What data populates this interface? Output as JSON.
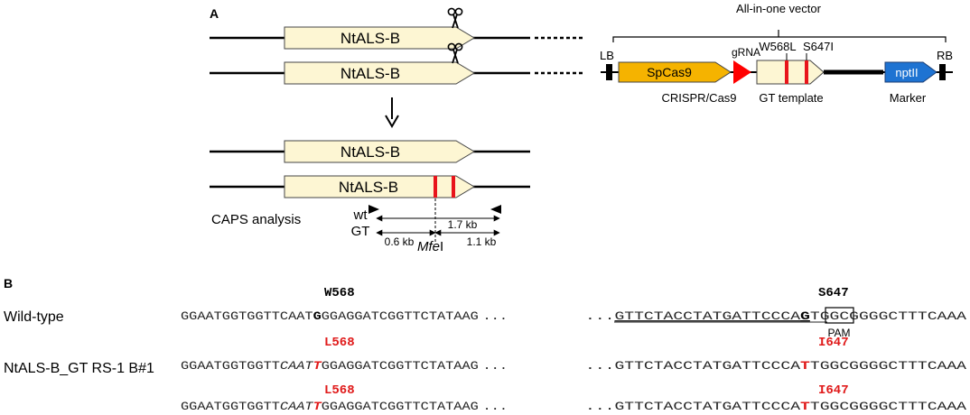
{
  "colors": {
    "gene_fill": "#fdf6d3",
    "cas9_fill": "#f5b300",
    "grna_fill": "#ff0000",
    "marker_fill": "#1e73d2",
    "mutation": "#e8141b",
    "mut_text": "#e01b1b"
  },
  "panelA": {
    "label": "A",
    "gene_name": "NtALS-B",
    "vector_title": "All-in-one vector",
    "lb": "LB",
    "rb": "RB",
    "spcas9": "SpCas9",
    "grna": "gRNA",
    "w568l": "W568L",
    "s647i": "S647I",
    "nptii": "nptII",
    "crispr_label": "CRISPR/Cas9",
    "gt_template_label": "GT template",
    "marker_label": "Marker",
    "caps_label": "CAPS analysis",
    "wt": "wt",
    "gt": "GT",
    "size_17": "1.7 kb",
    "size_06": "0.6 kb",
    "size_11": "1.1 kb",
    "mfe_italic": "Mfe",
    "mfe_roman": "I",
    "icons": [
      "scissors-icon",
      "down-arrow-icon"
    ]
  },
  "panelB": {
    "label": "B",
    "wt_row_label": "Wild-type",
    "gt_row_label": "NtALS-B_GT RS-1 B#1",
    "w568": "W568",
    "s647": "S647",
    "l568": "L568",
    "i647": "I647",
    "pam": "PAM",
    "ellipsis_a": "...",
    "ellipsis_b": "...",
    "wt_left": {
      "pre": "GGAATGGTGGTTCAAT",
      "mid": "G",
      "post": "GGAGGATCGGTTCTATAAG"
    },
    "wt_right": {
      "pre": "GTTCTACCTATGATTCCCA",
      "mid": "G",
      "pam": "TGG",
      "post": "CGGGGCTTTCAAA"
    },
    "gt_left": {
      "pre": "GGAATGGTGGTT",
      "ital": "CAAT",
      "mut": "T",
      "post": "GGAGGATCGGTTCTATAAG"
    },
    "gt_right": {
      "pre": "GTTCTACCTATGATTCCCA",
      "mut": "T",
      "post": "TGGCGGGGCTTTCAAA"
    }
  }
}
